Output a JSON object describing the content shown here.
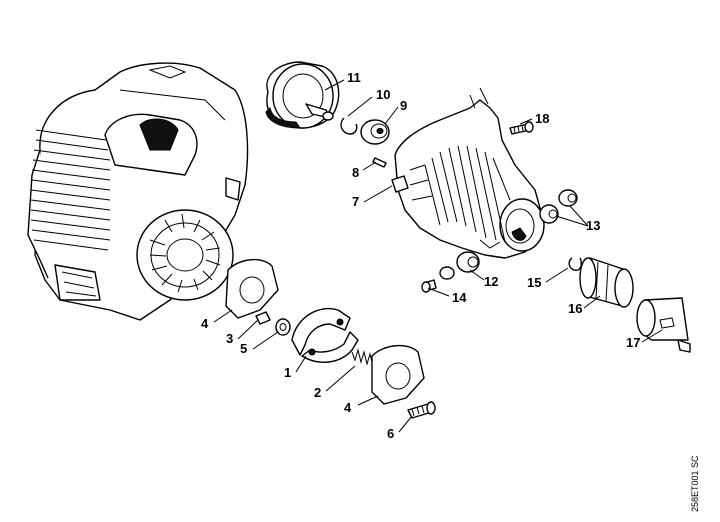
{
  "diagram": {
    "callouts": [
      {
        "key": "c1",
        "text": "1"
      },
      {
        "key": "c2",
        "text": "2"
      },
      {
        "key": "c3",
        "text": "3"
      },
      {
        "key": "c4a",
        "text": "4"
      },
      {
        "key": "c4b",
        "text": "4"
      },
      {
        "key": "c5",
        "text": "5"
      },
      {
        "key": "c6",
        "text": "6"
      },
      {
        "key": "c7",
        "text": "7"
      },
      {
        "key": "c8",
        "text": "8"
      },
      {
        "key": "c9",
        "text": "9"
      },
      {
        "key": "c10",
        "text": "10"
      },
      {
        "key": "c11",
        "text": "11"
      },
      {
        "key": "c12",
        "text": "12"
      },
      {
        "key": "c13",
        "text": "13"
      },
      {
        "key": "c14",
        "text": "14"
      },
      {
        "key": "c15",
        "text": "15"
      },
      {
        "key": "c16",
        "text": "16"
      },
      {
        "key": "c17",
        "text": "17"
      },
      {
        "key": "c18",
        "text": "18"
      }
    ],
    "drawing_code": "258ET001 SC"
  }
}
